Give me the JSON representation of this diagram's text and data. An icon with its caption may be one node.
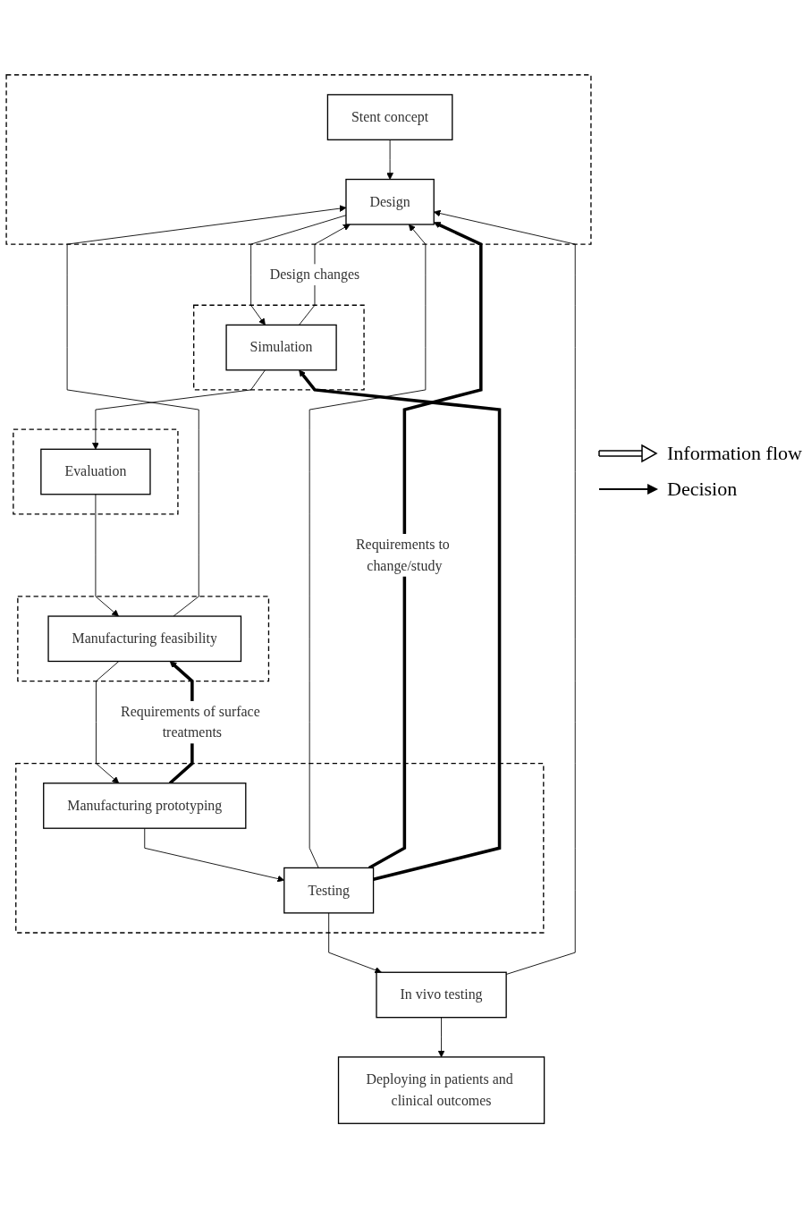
{
  "diagram": {
    "nodes": [
      {
        "text": [],
        "shape": "box"
      },
      {
        "text": [
          "Stent concept"
        ],
        "in": 0
      },
      {
        "text": [
          "Design"
        ],
        "in": 0
      },
      {
        "text": [],
        "shape": "box"
      },
      {
        "text": [
          "Simulation"
        ],
        "in": 3
      },
      {
        "text": [],
        "shape": "box"
      },
      {
        "text": [
          "Evaluation"
        ],
        "in": 5
      },
      {
        "text": [],
        "shape": "box"
      },
      {
        "text": [
          "Manufacturing feasibility"
        ],
        "in": 7
      },
      {
        "text": [],
        "shape": "box"
      },
      {
        "text": [
          "Manufacturing prototyping"
        ],
        "in": 9
      },
      {
        "text": [
          "Testing"
        ],
        "in": 9
      },
      {
        "text": [
          "In vivo testing"
        ]
      },
      {
        "text": [
          "Deploying in patients and clinical outcomes"
        ]
      }
    ],
    "edges": [
      {
        "from": 1,
        "to": 2,
        "arrow": "to"
      },
      {
        "from": 2,
        "to": 4,
        "arrow": "to"
      },
      {
        "from": 4,
        "to": 6,
        "arrow": "to"
      },
      {
        "from": 6,
        "to": 8,
        "arrow": "to"
      },
      {
        "from": 8,
        "to": 10,
        "arrow": "to"
      },
      {
        "from": 10,
        "to": 11,
        "arrow": "to"
      },
      {
        "from": 11,
        "to": 12,
        "arrow": "to"
      },
      {
        "from": 12,
        "to": 13,
        "arrow": "to"
      },
      {
        "from": 4,
        "to": 2,
        "arrow": "to",
        "label": "Design changes"
      },
      {
        "from": 8,
        "to": 2,
        "arrow": "to"
      },
      {
        "from": 11,
        "to": 2,
        "arrow": "to"
      },
      {
        "from": 12,
        "to": 2,
        "arrow": "to"
      },
      {
        "from": 11,
        "to": 2,
        "arrow": "to",
        "style": "thick",
        "label": "Requirements to change/study"
      },
      {
        "from": 11,
        "to": 4,
        "arrow": "to",
        "style": "thick"
      },
      {
        "from": 10,
        "to": 8,
        "arrow": "to",
        "style": "thick",
        "label": "Requirements of surface treatments"
      }
    ],
    "legend": [
      {
        "text": "Information flow"
      },
      {
        "text": "Decision"
      }
    ]
  }
}
